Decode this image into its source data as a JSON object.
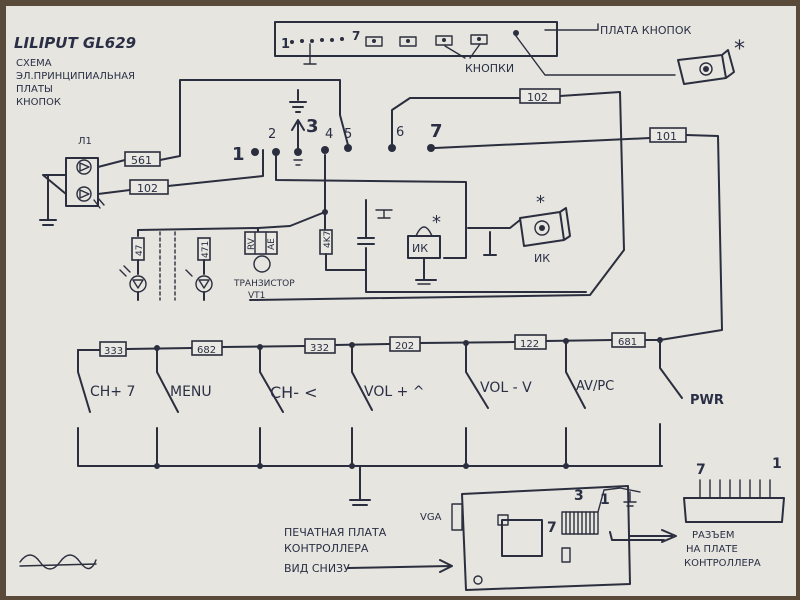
{
  "title": "LILIPUT   GL629",
  "subtitle_lines": [
    "СХЕМА",
    "ЭЛ.ПРИНЦИПИАЛЬНАЯ",
    "ПЛАТЫ",
    "КНОПОК"
  ],
  "board_label": "ПЛАТА КНОПОК",
  "buttons_label": "КНОПКИ",
  "strip_1": "1",
  "strip_7": "7",
  "star": "*",
  "star2": "*",
  "led_label": "Л1",
  "pins": [
    "1",
    "2",
    "3",
    "4",
    "5",
    "6",
    "7"
  ],
  "resistors": {
    "r561": "561",
    "r102a": "102",
    "r102b": "102",
    "r101": "101",
    "r47": "47",
    "r471": "471",
    "r4k7": "4K7"
  },
  "transistor_pins": [
    "RV",
    "AE"
  ],
  "transistor_label": [
    "ТРАНЗИСТОР",
    "VT1"
  ],
  "ir_label": "ИК",
  "ir_label2": "ИК",
  "chain_resistors": [
    "333",
    "682",
    "332",
    "202",
    "122",
    "681"
  ],
  "keys": [
    "CH+ 7",
    "MENU",
    "CH- <",
    "VOL + ^",
    "VOL - V",
    "AV/PC",
    "PWR"
  ],
  "controller": {
    "label_lines": [
      "ПЕЧАТНАЯ ПЛАТА",
      "КОНТРОЛЛЕРА",
      "ВИД СНИЗУ"
    ],
    "vga": "VGA",
    "pin7": "7",
    "pin3": "3",
    "pin1": "1"
  },
  "connector": {
    "pin7": "7",
    "pin1": "1",
    "label_lines": [
      "РАЗЪЕМ",
      "НА ПЛАТЕ",
      "КОНТРОЛЛЕРА"
    ]
  }
}
